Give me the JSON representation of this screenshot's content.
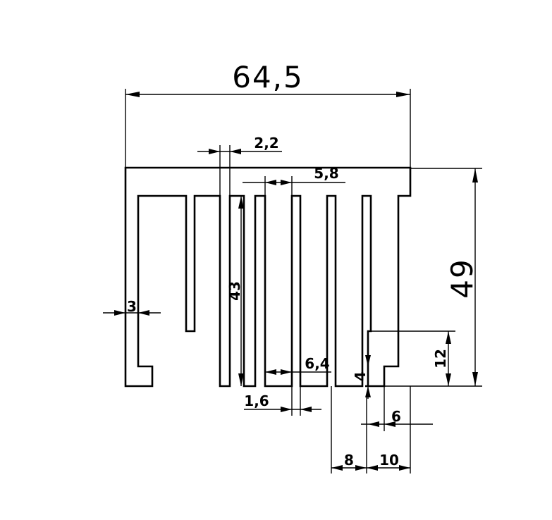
{
  "dimensions": {
    "overall_width": "64,5",
    "overall_height": "49",
    "fin_gap_width": "2,2",
    "fin_pitch": "5,8",
    "fin_height": "43",
    "base_wall": "3",
    "fin_pitch_small": "6,4",
    "fin_thickness": "1,6",
    "foot_height": "12",
    "foot_step": "4",
    "foot_width": "6",
    "foot_offset_left": "8",
    "foot_offset_right": "10"
  }
}
